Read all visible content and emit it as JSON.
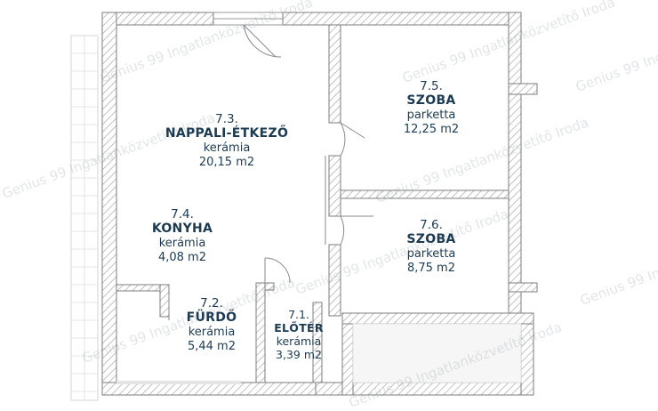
{
  "rooms": [
    {
      "number": "7.3.",
      "name": "NAPPALI-ÉTKEZŐ",
      "floor": "kerámia",
      "area": "20,15 m2"
    },
    {
      "number": "7.5.",
      "name": "SZOBA",
      "floor": "parketta",
      "area": "12,25 m2"
    },
    {
      "number": "7.4.",
      "name": "KONYHA",
      "floor": "kerámia",
      "area": "4,08 m2"
    },
    {
      "number": "7.6.",
      "name": "SZOBA",
      "floor": "parketta",
      "area": "8,75 m2"
    },
    {
      "number": "7.2.",
      "name": "FÜRDŐ",
      "floor": "kerámia",
      "area": "5,44 m2"
    },
    {
      "number": "7.1.",
      "name": "ELŐTÉR",
      "floor": "kerámia",
      "area": "3,39 m2"
    }
  ],
  "watermark": "Genius 99 Ingatlanközvetítő Iroda",
  "colors": {
    "text": "#1c3b52",
    "wall": "#808080",
    "hatch": "#b0b0b0"
  }
}
